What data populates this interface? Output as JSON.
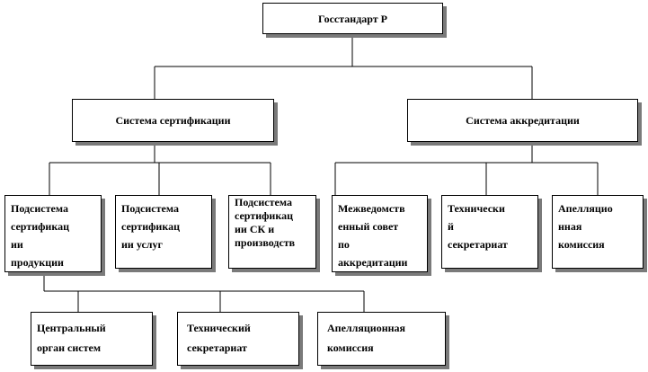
{
  "diagram": {
    "root": "Госстандарт Р",
    "cert_system": "Система сертификации",
    "accr_system": "Система аккредитации",
    "sub_products": [
      "Подсистема",
      "сертификац",
      "ии",
      "продукции"
    ],
    "sub_services": [
      "Подсистема",
      "сертификац",
      "ии услуг"
    ],
    "sub_qms": [
      "Подсистема",
      "сертификац",
      "ии СК и",
      "производств"
    ],
    "interdept_council": [
      "Межведомств",
      "енный совет",
      "по",
      "аккредитации"
    ],
    "tech_secretariat_accr": [
      "Технически",
      "й",
      "секретариат"
    ],
    "appeal_commission_accr": [
      "Апелляцио",
      "нная",
      "комиссия"
    ],
    "central_body": [
      "Центральный",
      "орган систем"
    ],
    "tech_secretariat": [
      "Технический",
      "секретариат"
    ],
    "appeal_commission": [
      "Апелляционная",
      "комиссия"
    ]
  },
  "colors": {
    "line": "#000000",
    "shadow": "#7a7a7a",
    "background": "#ffffff"
  }
}
